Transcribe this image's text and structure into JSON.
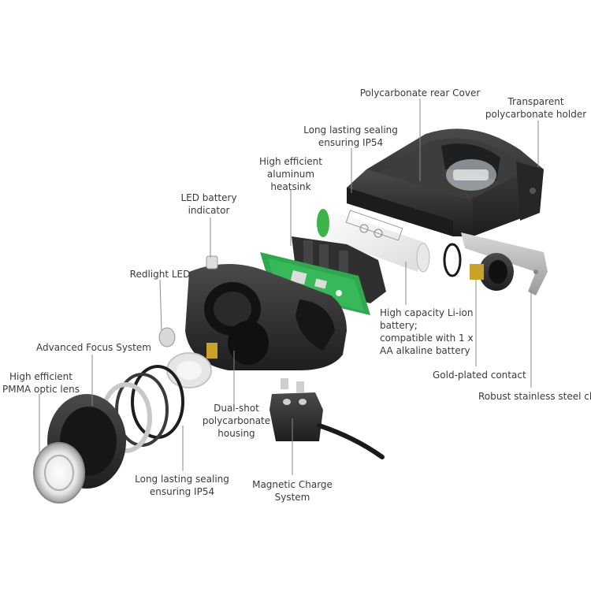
{
  "labels": {
    "rear_cover": "Polycarbonate rear Cover",
    "holder": "Transparent\npolycarbonate holder",
    "sealing_top": "Long lasting sealing\nensuring IP54",
    "heatsink": "High efficient\naluminum\nheatsink",
    "led_indicator": "LED battery\nindicator",
    "redlight": "Redlight LED",
    "focus": "Advanced Focus System",
    "optic_lens": "High efficient\nPMMA optic lens",
    "battery": "High capacity Li-ion\nbattery;\ncompatible with 1 x\nAA alkaline battery",
    "gold_contact": "Gold-plated contact",
    "steel_clip": "Robust stainless steel clip",
    "housing": "Dual-shot\npolycarbonate\nhousing",
    "sealing_bottom": "Long lasting sealing\nensuring IP54",
    "charge": "Magnetic Charge\nSystem"
  },
  "colors": {
    "text": "#3a3a3a",
    "leader": "#8a8a8a",
    "body_dark": "#2b2b2b",
    "pcb_green": "#2fa84f",
    "battery_green": "#3cb44b",
    "gold": "#c9a227",
    "steel": "#b5b5b5"
  }
}
